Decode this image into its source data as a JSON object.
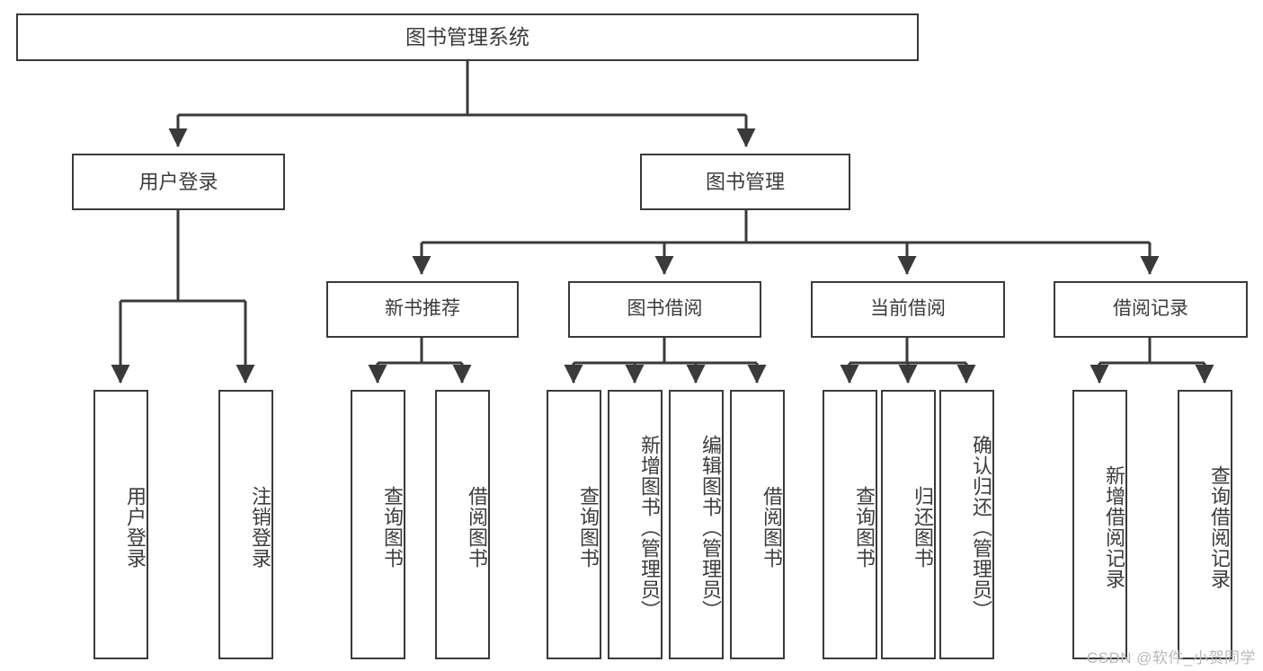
{
  "diagram": {
    "title": "图书管理系统",
    "watermark": "CSDN @软件_小贺同学",
    "colors": {
      "box_border": "#3a3a3a",
      "box_fill": "#ffffff",
      "connector": "#3a3a3a",
      "text": "#3c3c3c",
      "watermark": "#b9b9b9",
      "background": "#ffffff"
    },
    "root": {
      "label": "图书管理系统"
    },
    "level1": [
      {
        "label": "用户登录"
      },
      {
        "label": "图书管理"
      }
    ],
    "level2": [
      {
        "label": "新书推荐"
      },
      {
        "label": "图书借阅"
      },
      {
        "label": "当前借阅"
      },
      {
        "label": "借阅记录"
      }
    ],
    "leaves": {
      "user_login": [
        {
          "label": "用户登录"
        },
        {
          "label": "注销登录"
        }
      ],
      "new_book_recommend": [
        {
          "label": "查询图书"
        },
        {
          "label": "借阅图书"
        }
      ],
      "book_borrow": [
        {
          "label": "查询图书"
        },
        {
          "label": "新增图书（管理员）"
        },
        {
          "label": "编辑图书（管理员）"
        },
        {
          "label": "借阅图书"
        }
      ],
      "current_borrow": [
        {
          "label": "查询图书"
        },
        {
          "label": "归还图书"
        },
        {
          "label": "确认归还（管理员）"
        }
      ],
      "borrow_record": [
        {
          "label": "新增借阅记录"
        },
        {
          "label": "查询借阅记录"
        }
      ]
    }
  }
}
